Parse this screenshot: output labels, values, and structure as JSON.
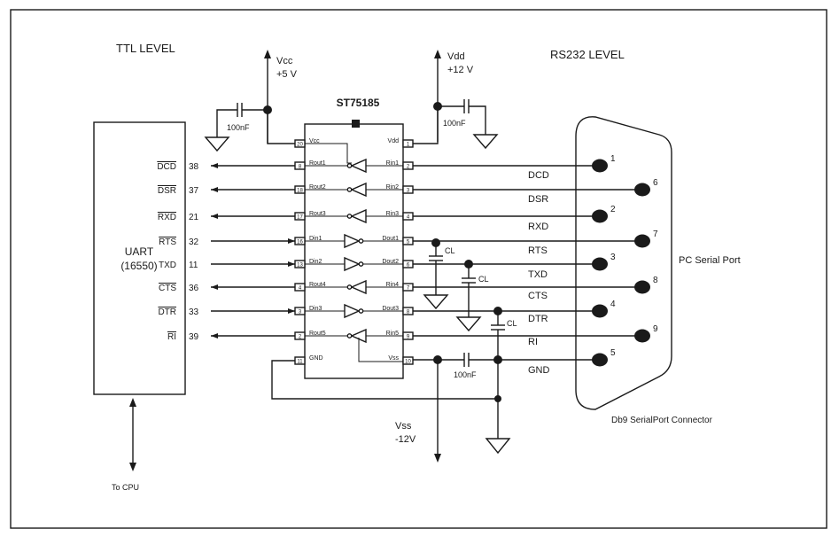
{
  "labels": {
    "ttl_level": "TTL LEVEL",
    "rs232_level": "RS232 LEVEL",
    "vcc": "Vcc",
    "vcc_value": "+5 V",
    "vdd": "Vdd",
    "vdd_value": "+12 V",
    "vss": "Vss",
    "vss_value": "-12V",
    "chip_name": "ST75185",
    "uart": "UART",
    "uart_model": "(16550)",
    "to_cpu": "To CPU",
    "pc_serial_port": "PC Serial Port",
    "connector_name": "Db9 SerialPort Connector",
    "cap_100nf": "100nF",
    "cap_cl": "CL"
  },
  "uart_pins": [
    {
      "signal": "DCD",
      "overline": true,
      "pin": "38"
    },
    {
      "signal": "DSR",
      "overline": true,
      "pin": "37"
    },
    {
      "signal": "RXD",
      "overline": true,
      "pin": "21"
    },
    {
      "signal": "RTS",
      "overline": true,
      "pin": "32"
    },
    {
      "signal": "TXD",
      "overline": false,
      "pin": "11"
    },
    {
      "signal": "CTS",
      "overline": true,
      "pin": "36"
    },
    {
      "signal": "DTR",
      "overline": true,
      "pin": "33"
    },
    {
      "signal": "RI",
      "overline": true,
      "pin": "39"
    }
  ],
  "chip_left": [
    {
      "pin": "20",
      "label": "Vcc"
    },
    {
      "pin": "8",
      "label": "Rout1"
    },
    {
      "pin": "18",
      "label": "Rout2"
    },
    {
      "pin": "17",
      "label": "Rout3"
    },
    {
      "pin": "16",
      "label": "Din1"
    },
    {
      "pin": "13",
      "label": "Din2"
    },
    {
      "pin": "4",
      "label": "Rout4"
    },
    {
      "pin": "3",
      "label": "Din3"
    },
    {
      "pin": "2",
      "label": "Rout5"
    },
    {
      "pin": "11",
      "label": "GND"
    }
  ],
  "chip_right": [
    {
      "pin": "1",
      "label": "Vdd"
    },
    {
      "pin": "2",
      "label": "Rin1"
    },
    {
      "pin": "3",
      "label": "Rin2"
    },
    {
      "pin": "4",
      "label": "Rin3"
    },
    {
      "pin": "5",
      "label": "Dout1"
    },
    {
      "pin": "6",
      "label": "Dout2"
    },
    {
      "pin": "7",
      "label": "Rin4"
    },
    {
      "pin": "8",
      "label": "Dout3"
    },
    {
      "pin": "9",
      "label": "Rin5"
    },
    {
      "pin": "10",
      "label": "Vss"
    }
  ],
  "rs232_signals": [
    "DCD",
    "DSR",
    "RXD",
    "RTS",
    "TXD",
    "CTS",
    "DTR",
    "RI",
    "GND"
  ],
  "db9_pins": [
    "1",
    "6",
    "2",
    "7",
    "3",
    "8",
    "4",
    "9",
    "5"
  ]
}
